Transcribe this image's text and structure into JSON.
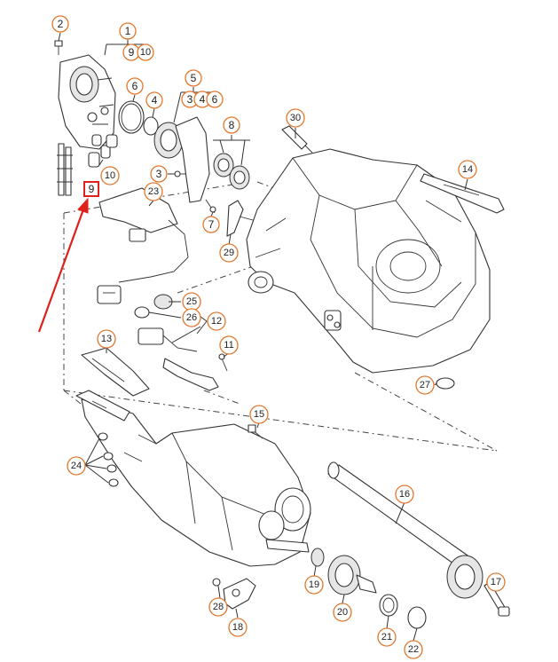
{
  "callouts": {
    "c1": "1",
    "c2": "2",
    "c3": "3",
    "c4": "4",
    "c5": "5",
    "c6": "6",
    "c7": "7",
    "c8": "8",
    "c9": "9",
    "c10": "10",
    "c11": "11",
    "c12": "12",
    "c13": "13",
    "c14": "14",
    "c15": "15",
    "c16": "16",
    "c17": "17",
    "c18": "18",
    "c19": "19",
    "c20": "20",
    "c21": "21",
    "c22": "22",
    "c23": "23",
    "c24": "24",
    "c25": "25",
    "c26": "26",
    "c27": "27",
    "c28": "28",
    "c29": "29",
    "c30": "30"
  },
  "groups": {
    "g1_a": "9",
    "g1_b": "10",
    "g5_a": "3",
    "g5_b": "4",
    "g5_c": "6"
  },
  "highlight": {
    "label": "9",
    "color": "#e0201a"
  },
  "colors": {
    "callout_ring": "#e2782e",
    "arrow": "#e0201a",
    "line": "#333333"
  }
}
